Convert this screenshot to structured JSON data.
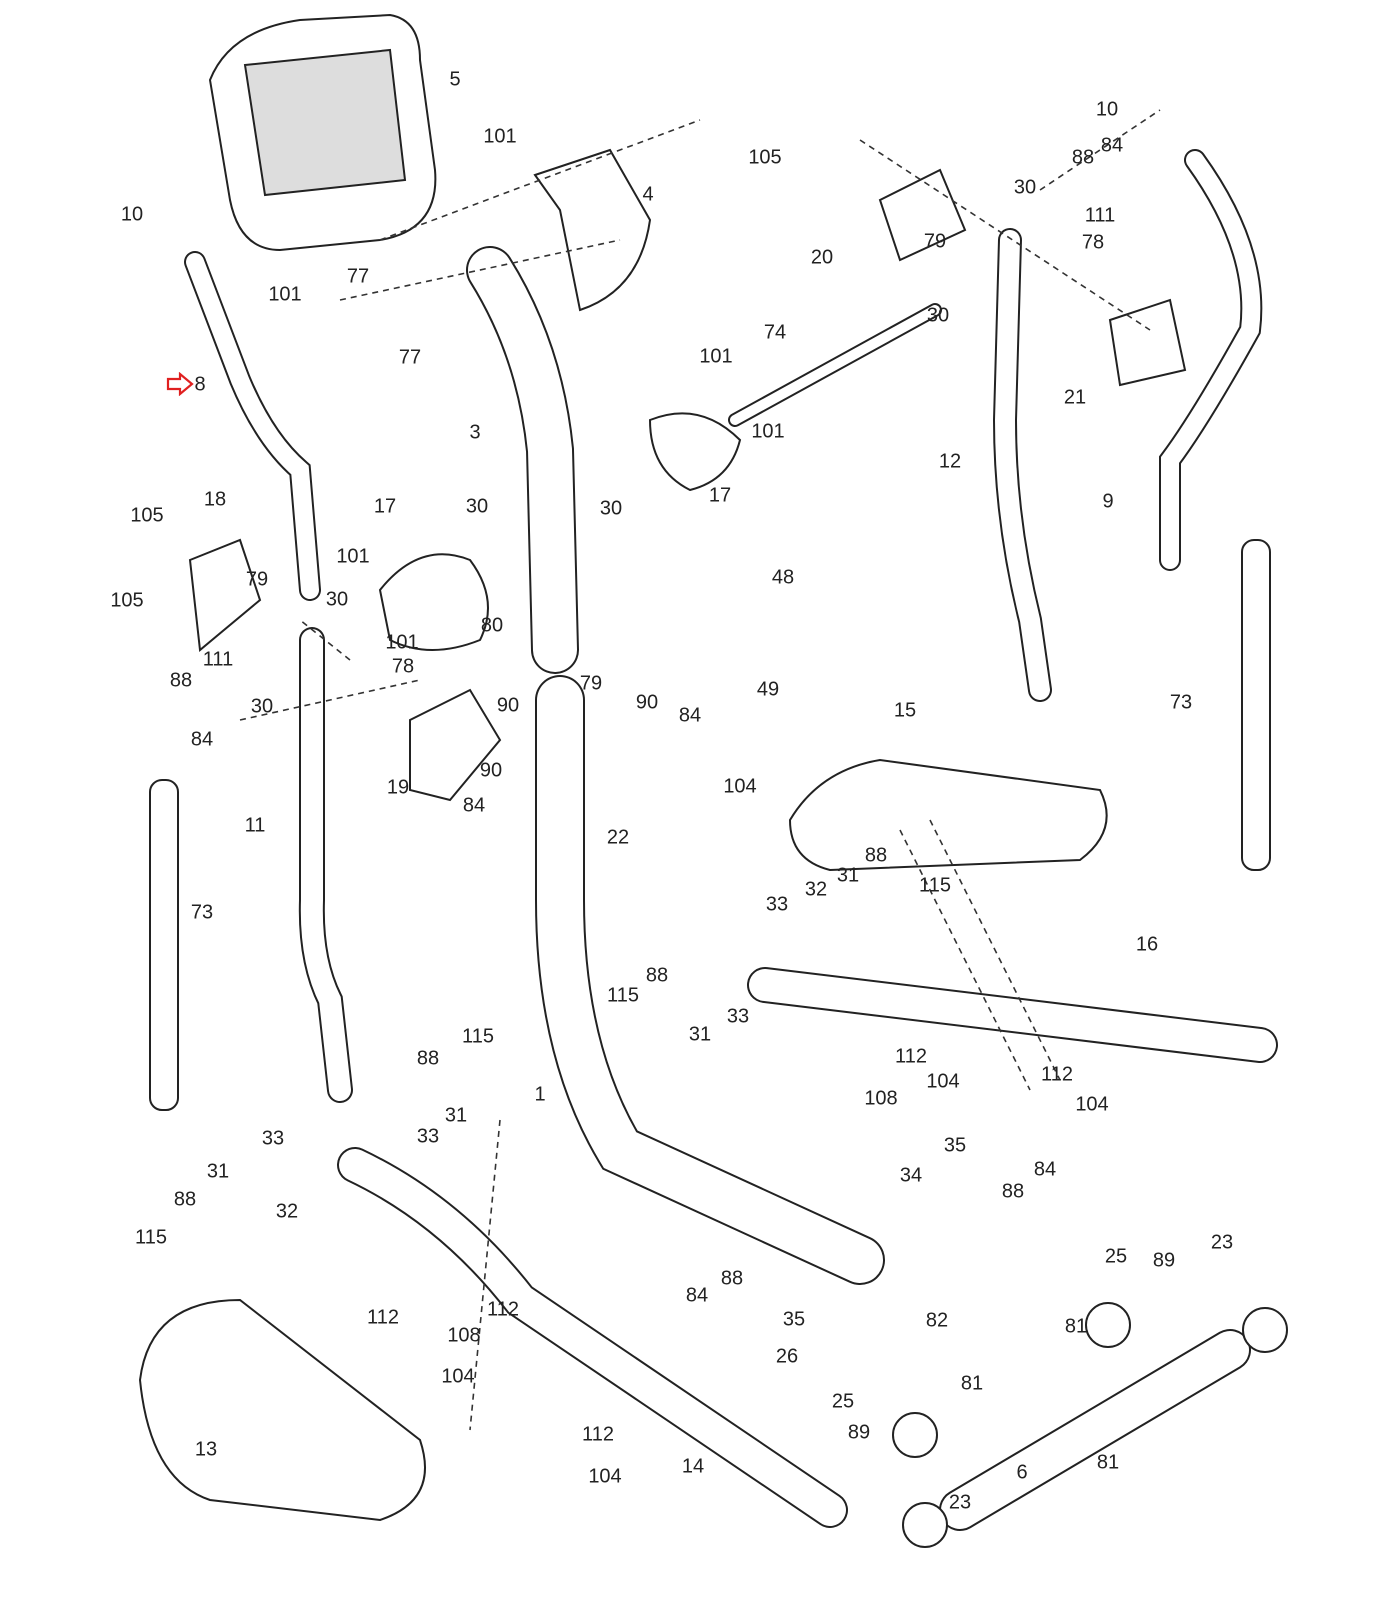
{
  "diagram": {
    "highlight_part": "8",
    "highlight_color": "#e02020",
    "labels": [
      "5",
      "101",
      "4",
      "10",
      "77",
      "101",
      "77",
      "8",
      "3",
      "105",
      "20",
      "79",
      "30",
      "88",
      "84",
      "111",
      "78",
      "30",
      "10",
      "74",
      "101",
      "101",
      "17",
      "30",
      "21",
      "12",
      "9",
      "18",
      "105",
      "105",
      "79",
      "17",
      "30",
      "101",
      "30",
      "101",
      "78",
      "80",
      "111",
      "88",
      "30",
      "84",
      "90",
      "79",
      "90",
      "84",
      "48",
      "49",
      "19",
      "15",
      "73",
      "104",
      "90",
      "84",
      "22",
      "11",
      "73",
      "88",
      "31",
      "115",
      "32",
      "33",
      "16",
      "88",
      "115",
      "31",
      "33",
      "112",
      "104",
      "108",
      "112",
      "104",
      "115",
      "88",
      "31",
      "33",
      "1",
      "33",
      "31",
      "88",
      "32",
      "115",
      "35",
      "84",
      "88",
      "34",
      "25",
      "89",
      "23",
      "88",
      "84",
      "35",
      "82",
      "81",
      "26",
      "112",
      "112",
      "108",
      "104",
      "81",
      "25",
      "89",
      "112",
      "104",
      "14",
      "13",
      "6",
      "81",
      "23"
    ]
  }
}
